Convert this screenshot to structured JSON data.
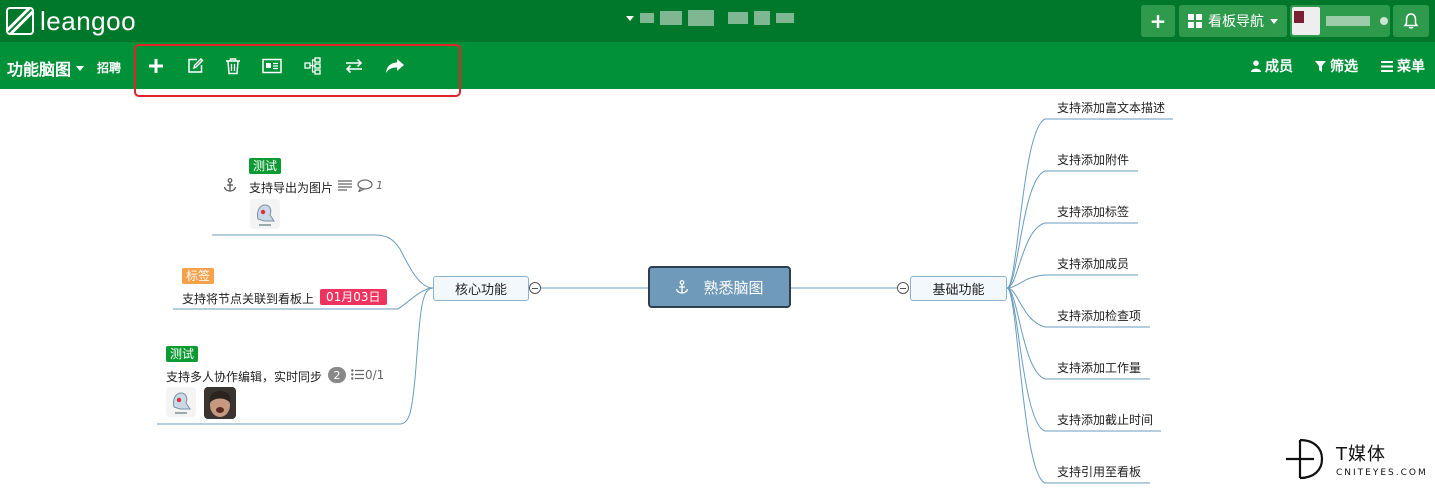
{
  "app": {
    "logo_text": "leangoo"
  },
  "topbar": {
    "add_label": "+",
    "board_nav_label": "看板导航"
  },
  "subbar": {
    "board_name": "功能脑图",
    "board_tag": "招聘",
    "members_label": "成员",
    "filter_label": "筛选",
    "menu_label": "菜单"
  },
  "toolbar": {
    "icons": [
      "add-icon",
      "edit-icon",
      "delete-icon",
      "card-icon",
      "structure-icon",
      "swap-icon",
      "share-icon"
    ]
  },
  "mindmap": {
    "root": {
      "label": "熟悉脑图"
    },
    "left_branch": {
      "label": "核心功能",
      "children": [
        {
          "tag": "测试",
          "tag_color": "#0c9a33",
          "label": "支持导出为图片",
          "comments": "1"
        },
        {
          "tag": "标签",
          "tag_color": "#f4a14a",
          "label": "支持将节点关联到看板上",
          "date": "01月03日",
          "date_color": "#f0325e"
        },
        {
          "tag": "测试",
          "tag_color": "#0c9a33",
          "label": "支持多人协作编辑，实时同步",
          "badge": "2",
          "checklist": "0/1"
        }
      ]
    },
    "right_branch": {
      "label": "基础功能",
      "children": [
        "支持添加富文本描述",
        "支持添加附件",
        "支持添加标签",
        "支持添加成员",
        "支持添加检查项",
        "支持添加工作量",
        "支持添加截止时间",
        "支持引用至看板"
      ]
    }
  },
  "watermark": {
    "name": "T媒体",
    "domain": "CNITEYES.COM"
  },
  "colors": {
    "topbar": "#00782c",
    "subbar": "#009139",
    "highlight": "#e3232c",
    "root_fill": "#6f9ab9",
    "link": "#6a9cc0"
  }
}
